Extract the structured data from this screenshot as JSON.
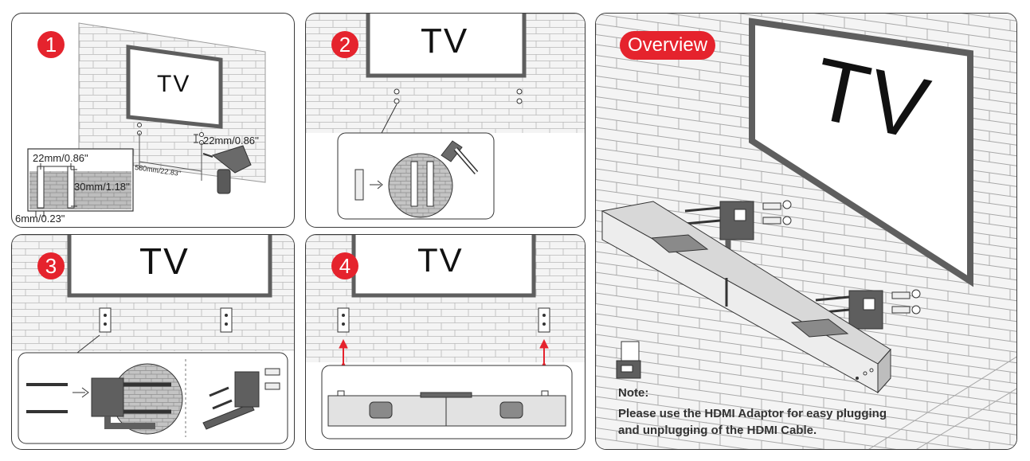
{
  "steps": [
    {
      "number": "1",
      "tv": "TV"
    },
    {
      "number": "2",
      "tv": "TV"
    },
    {
      "number": "3",
      "tv": "TV"
    },
    {
      "number": "4",
      "tv": "TV"
    }
  ],
  "overview": {
    "label": "Overview",
    "tv": "TV"
  },
  "dimensions": {
    "hole_spacing_vertical": "22mm/0.86''",
    "hole_spacing_inset": "22mm/0.86\"",
    "hole_horizontal": "580mm/22.83''",
    "hole_depth": "30mm/1.18''",
    "hole_diameter": "6mm/0.23\""
  },
  "note": {
    "title": "Note:",
    "body": "Please use the HDMI Adaptor for easy plugging and unplugging of the HDMI Cable."
  },
  "colors": {
    "accent": "#e5232d",
    "line": "#3a3a3a",
    "wall": "#f3f3f3"
  }
}
